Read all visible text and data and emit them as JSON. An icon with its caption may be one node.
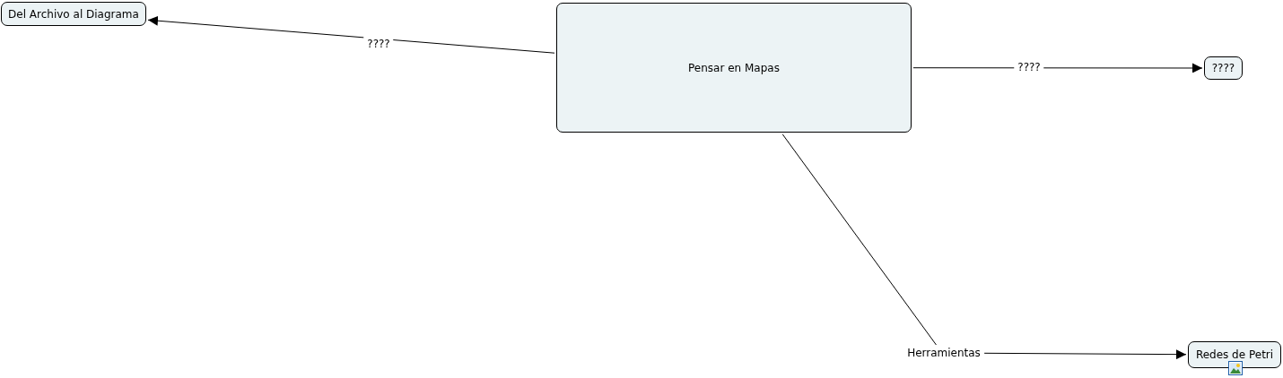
{
  "diagram": {
    "nodes": [
      {
        "text": [
          "Del Archivo al Diagrama"
        ]
      },
      {
        "text": [
          "Pensar en Mapas"
        ]
      },
      {
        "text": [
          "????"
        ]
      },
      {
        "text": [
          "Redes de Petri"
        ]
      }
    ],
    "edges": [
      {
        "from": 1,
        "to": 0,
        "arrow": "to",
        "label": "????"
      },
      {
        "from": 1,
        "to": 2,
        "arrow": "to",
        "label": "????"
      },
      {
        "from": 1,
        "to": 3,
        "arrow": "to",
        "label": "Herramientas"
      }
    ]
  }
}
